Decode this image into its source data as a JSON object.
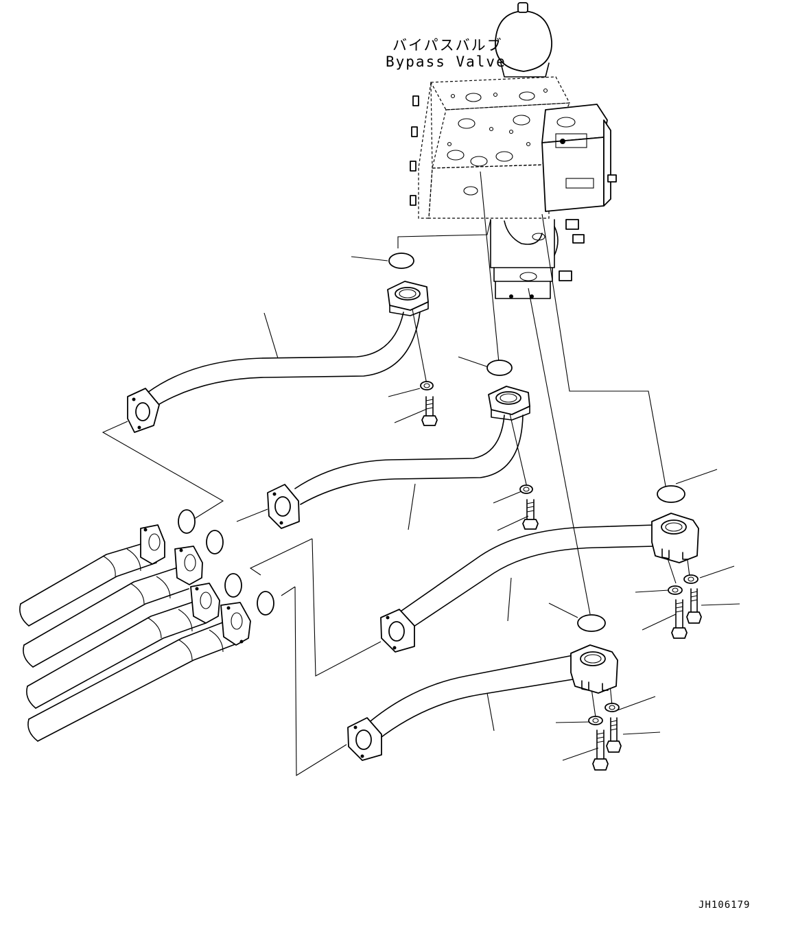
{
  "labels": {
    "bypass_valve_jp": "バイパスバルブ",
    "bypass_valve_en": "Bypass Valve",
    "drawing_id": "JH106179"
  }
}
